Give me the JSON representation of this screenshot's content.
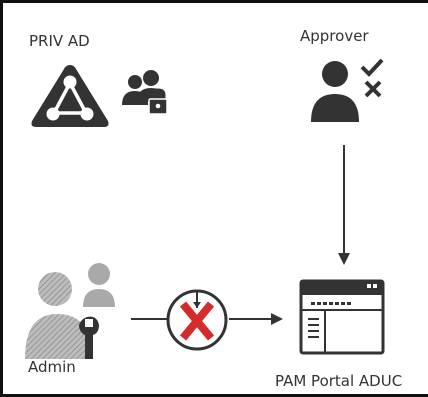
{
  "labels": {
    "priv_ad": "PRIV AD",
    "approver": "Approver",
    "admin": "Admin",
    "pam_portal": "PAM Portal ADUC"
  },
  "icons": {
    "priv_ad": "ad-triangle-network-icon",
    "priv_group": "user-group-lock-icon",
    "approver": "approver-check-x-icon",
    "admin": "admin-wrench-user-icon",
    "blocked": "blocked-x-circle-icon",
    "portal": "application-window-icon"
  },
  "colors": {
    "icon": "#333333",
    "blocked": "#d42b2b",
    "faded": "#a9a9a9",
    "border": "#111111"
  }
}
